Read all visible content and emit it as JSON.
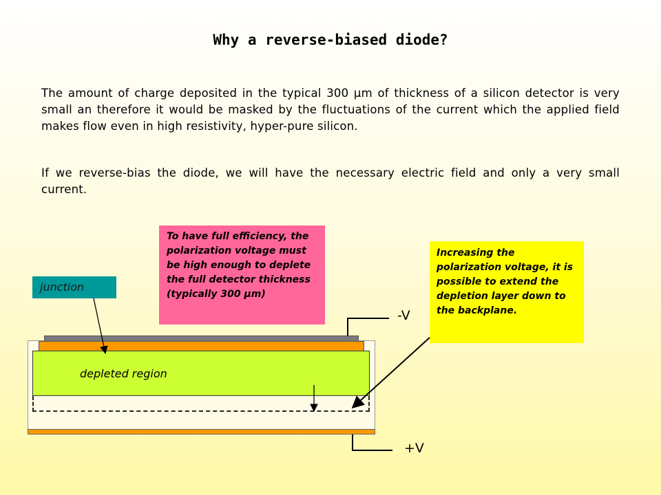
{
  "title": "Why a reverse-biased diode?",
  "paragraph1": "The amount of charge deposited in the typical 300 μm of thickness of a silicon detector is very small an therefore it would be masked by the fluctuations of the current which the applied field makes flow even in high resistivity, hyper-pure silicon.",
  "paragraph2": "If we reverse-bias the diode, we will have the necessary electric field and only a very small current.",
  "notes": {
    "pink": "To have full efficiency, the polarization voltage must be high enough to deplete the full detector thickness (typically 300 μm)",
    "yellow": "Increasing the polarization voltage, it is possible to extend the depletion layer down to the backplane."
  },
  "labels": {
    "junction": "junction",
    "depleted_region": "depleted region",
    "minus_v": "-V",
    "plus_v": "+V"
  },
  "colors": {
    "depleted": "#ccff33",
    "junction_label_bg": "#009999",
    "pink_note": "#ff6699",
    "yellow_note": "#ffff00",
    "contacts": "#ff9900"
  }
}
